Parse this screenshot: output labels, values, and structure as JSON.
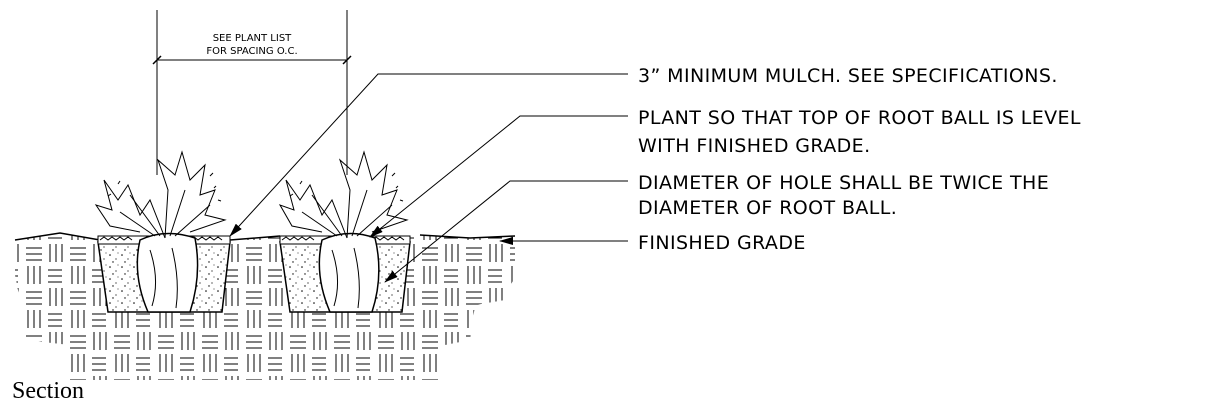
{
  "dimension_note": {
    "line1": "SEE PLANT LIST",
    "line2": "FOR SPACING O.C."
  },
  "callouts": [
    {
      "lines": [
        "3” MINIMUM MULCH.  SEE SPECIFICATIONS."
      ]
    },
    {
      "lines": [
        "PLANT SO THAT TOP OF ROOT BALL IS LEVEL",
        "WITH FINISHED GRADE."
      ]
    },
    {
      "lines": [
        "DIAMETER OF HOLE SHALL BE TWICE THE",
        "DIAMETER OF ROOT BALL."
      ]
    },
    {
      "lines": [
        "FINISHED GRADE"
      ]
    }
  ],
  "caption": "Section"
}
